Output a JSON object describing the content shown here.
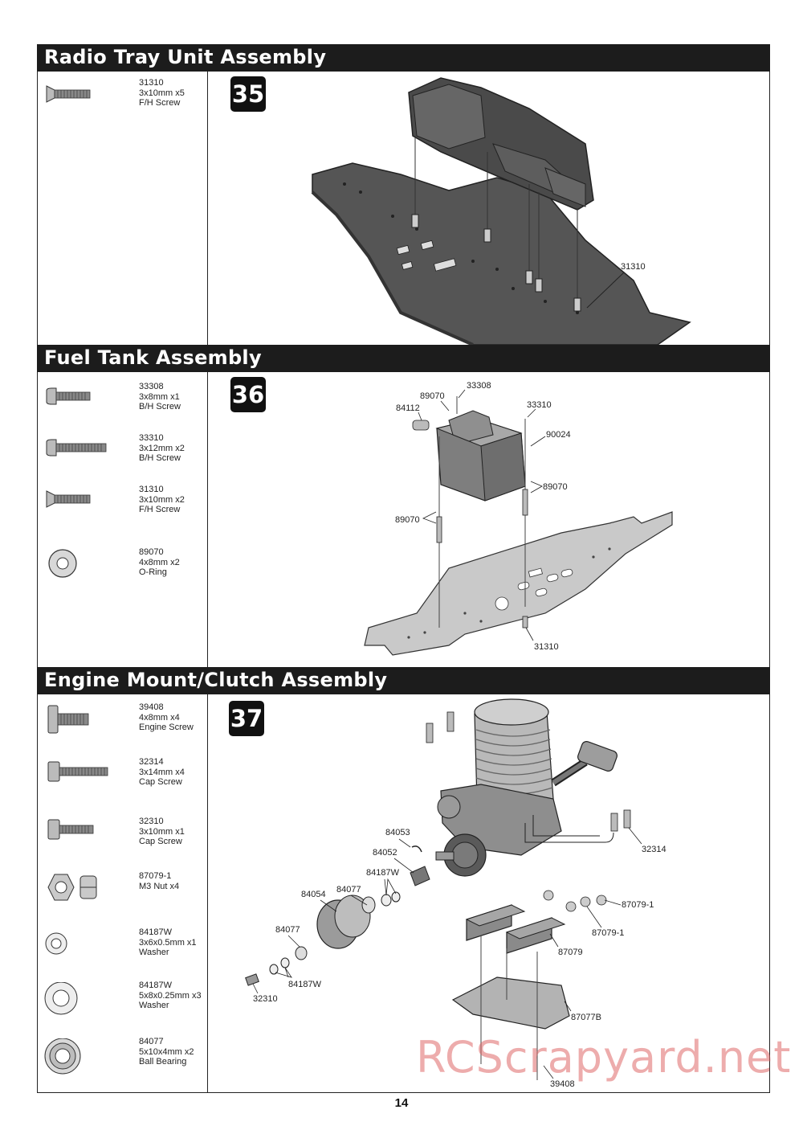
{
  "sections": [
    {
      "title": "Radio Tray Unit Assembly",
      "step": "35",
      "parts": [
        {
          "code": "31310",
          "spec": "3x10mm x5",
          "name": "F/H Screw",
          "icon": "flat-head-screw-icon"
        }
      ],
      "callouts": [
        "31310"
      ]
    },
    {
      "title": "Fuel Tank Assembly",
      "step": "36",
      "parts": [
        {
          "code": "33308",
          "spec": "3x8mm x1",
          "name": "B/H Screw",
          "icon": "button-head-screw-icon"
        },
        {
          "code": "33310",
          "spec": "3x12mm x2",
          "name": "B/H Screw",
          "icon": "button-head-screw-icon"
        },
        {
          "code": "31310",
          "spec": "3x10mm x2",
          "name": "F/H Screw",
          "icon": "flat-head-screw-icon"
        },
        {
          "code": "89070",
          "spec": "4x8mm x2",
          "name": "O-Ring",
          "icon": "o-ring-icon"
        }
      ],
      "callouts": [
        "33308",
        "89070",
        "84112",
        "33310",
        "90024",
        "89070",
        "89070",
        "31310"
      ]
    },
    {
      "title": "Engine Mount/Clutch Assembly",
      "step": "37",
      "parts": [
        {
          "code": "39408",
          "spec": "4x8mm x4",
          "name": "Engine Screw",
          "icon": "engine-screw-icon"
        },
        {
          "code": "32314",
          "spec": "3x14mm x4",
          "name": "Cap Screw",
          "icon": "cap-screw-icon"
        },
        {
          "code": "32310",
          "spec": "3x10mm x1",
          "name": "Cap Screw",
          "icon": "cap-screw-icon"
        },
        {
          "code": "87079-1",
          "spec": "M3 Nut x4",
          "name": "",
          "icon": "lock-nut-icon"
        },
        {
          "code": "84187W",
          "spec": "3x6x0.5mm x1",
          "name": "Washer",
          "icon": "small-washer-icon"
        },
        {
          "code": "84187W",
          "spec": "5x8x0.25mm x3",
          "name": "Washer",
          "icon": "large-washer-icon"
        },
        {
          "code": "84077",
          "spec": "5x10x4mm x2",
          "name": "Ball Bearing",
          "icon": "ball-bearing-icon"
        }
      ],
      "callouts": [
        "84053",
        "84052",
        "84187W",
        "84054",
        "84077",
        "84077",
        "84187W",
        "32310",
        "32314",
        "87079-1",
        "87079-1",
        "87079",
        "87077B",
        "39408"
      ]
    }
  ],
  "page_number": "14",
  "watermark": "RCScrapyard.net"
}
